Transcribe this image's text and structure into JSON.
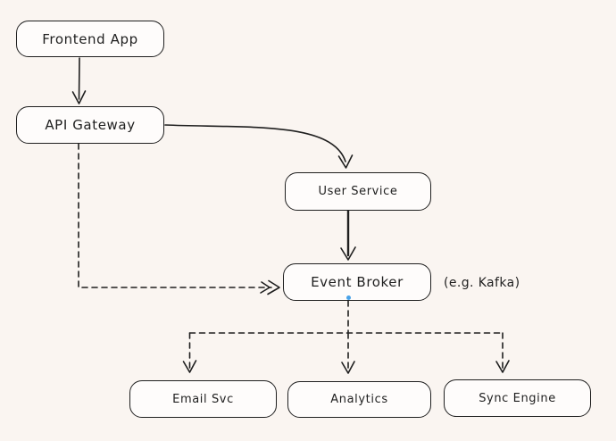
{
  "diagram": {
    "colors": {
      "background": "#faf5f1",
      "stroke": "#1f1f1f",
      "node_fill": "#fefcfb",
      "connector_point": "#49a2e8"
    },
    "nodes": [
      {
        "id": "frontend-app",
        "label": "Frontend App"
      },
      {
        "id": "api-gateway",
        "label": "API Gateway"
      },
      {
        "id": "user-service",
        "label": "User Service"
      },
      {
        "id": "event-broker",
        "label": "Event Broker"
      },
      {
        "id": "email-svc",
        "label": "Email Svc"
      },
      {
        "id": "analytics",
        "label": "Analytics"
      },
      {
        "id": "sync-engine",
        "label": "Sync Engine"
      }
    ],
    "annotations": [
      {
        "id": "kafka-note",
        "text": "(e.g. Kafka)"
      }
    ],
    "edges": [
      {
        "from": "frontend-app",
        "to": "api-gateway",
        "style": "solid"
      },
      {
        "from": "api-gateway",
        "to": "user-service",
        "style": "solid"
      },
      {
        "from": "user-service",
        "to": "event-broker",
        "style": "solid"
      },
      {
        "from": "api-gateway",
        "to": "event-broker",
        "style": "dashed"
      },
      {
        "from": "event-broker",
        "to": "email-svc",
        "style": "dashed"
      },
      {
        "from": "event-broker",
        "to": "analytics",
        "style": "dashed"
      },
      {
        "from": "event-broker",
        "to": "sync-engine",
        "style": "dashed"
      }
    ]
  }
}
